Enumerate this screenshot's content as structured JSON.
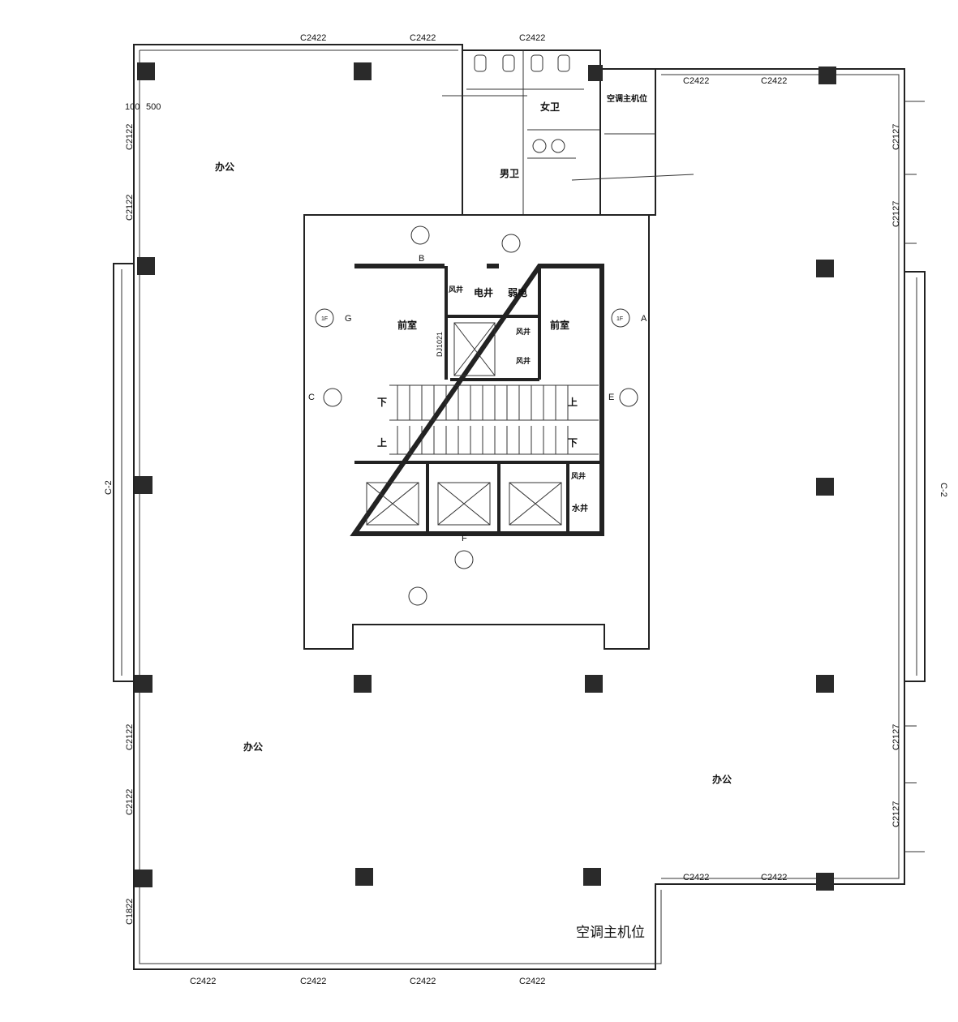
{
  "windows": {
    "c2422": "C2422",
    "c2122": "C2122",
    "c2127": "C2127",
    "c1822": "C1822",
    "c2": "C-2"
  },
  "dimension": {
    "a": "100",
    "b": "500"
  },
  "rooms": {
    "office": "办公",
    "female_wc": "女卫",
    "male_wc": "男卫",
    "ac_unit": "空调主机位",
    "ac_unit_short": "空调主机位",
    "vent_shaft": "风井",
    "elec_shaft": "电井",
    "weak_elec": "弱电",
    "anteroom": "前室",
    "water_shaft": "水井",
    "up": "上",
    "down": "下",
    "door_code": "DJ1021"
  },
  "markers": {
    "a": "A",
    "e": "E",
    "f": "F",
    "g": "G",
    "c": "C",
    "b": "B",
    "fl": "1F"
  }
}
